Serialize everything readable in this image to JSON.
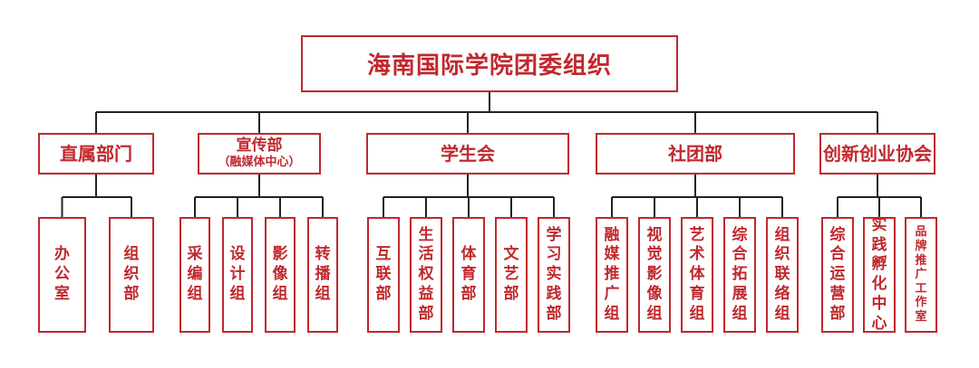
{
  "colors": {
    "accent": "#c0282d",
    "line": "#222222"
  },
  "org": {
    "root": "海南国际学院团委组织",
    "departments": [
      {
        "name": "直属部门",
        "sub": "",
        "children": [
          "办公室",
          "组织部"
        ]
      },
      {
        "name": "宣传部",
        "sub": "（融媒体中心）",
        "children": [
          "采编组",
          "设计组",
          "影像组",
          "转播组"
        ]
      },
      {
        "name": "学生会",
        "sub": "",
        "children": [
          "互联部",
          "生活权益部",
          "体育部",
          "文艺部",
          "学习实践部"
        ]
      },
      {
        "name": "社团部",
        "sub": "",
        "children": [
          "融媒推广组",
          "视觉影像组",
          "艺术体育组",
          "综合拓展组",
          "组织联络组"
        ]
      },
      {
        "name": "创新创业协会",
        "sub": "",
        "children": [
          "综合运营部",
          "实践孵化中心",
          "品牌推广工作室"
        ]
      }
    ]
  }
}
